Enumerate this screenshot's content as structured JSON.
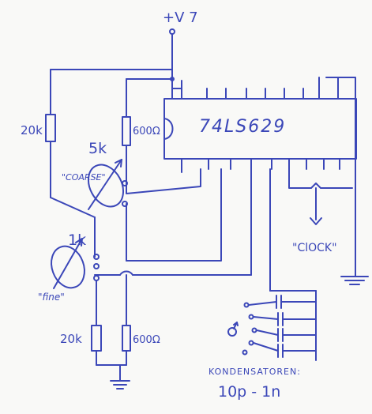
{
  "schematic": {
    "supply_label": "+V 7",
    "ic_label": "74LS629",
    "resistor_top_left": "20k",
    "resistor_top_right": "600Ω",
    "pot_coarse_value": "5k",
    "pot_coarse_label": "\"COARSE\"",
    "pot_fine_value": "1k",
    "pot_fine_label": "\"fine\"",
    "resistor_bottom_left": "20k",
    "resistor_bottom_right": "600Ω",
    "clock_label": "\"ClOCK\"",
    "capacitors_label": "KONDENSATOREN:",
    "capacitors_range": "10p - 1n"
  },
  "colors": {
    "ink": "#3b47b8",
    "paper": "#f9f9f7"
  }
}
